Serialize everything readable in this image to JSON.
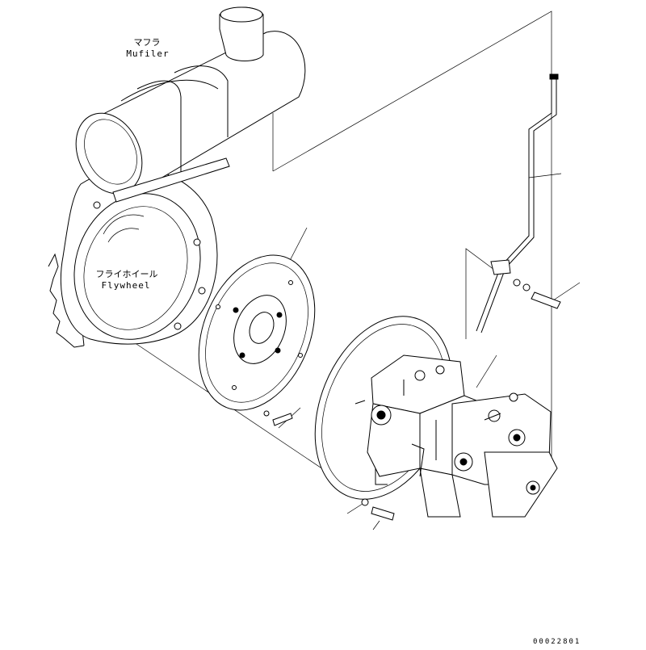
{
  "labels": {
    "muffler_jp": "マフラ",
    "muffler_en": "Mufiler",
    "flywheel_jp": "フライホイール",
    "flywheel_en": "Flywheel"
  },
  "document_number": "00022801"
}
